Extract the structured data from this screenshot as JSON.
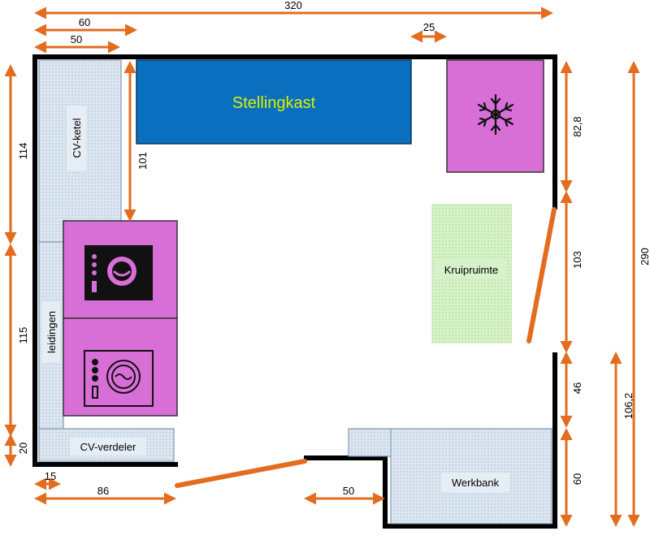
{
  "dimensions": {
    "top_total": "320",
    "top_60": "60",
    "top_50": "50",
    "top_25": "25",
    "left_114": "114",
    "left_115": "115",
    "left_20": "20",
    "inner_101": "101",
    "right_82_8": "82,8",
    "right_103": "103",
    "right_46": "46",
    "right_60": "60",
    "far_right_290": "290",
    "far_right_106_2": "106,2",
    "bottom_15": "15",
    "bottom_86": "86",
    "bottom_50": "50"
  },
  "labels": {
    "stellingkast": "Stellingkast",
    "cv_ketel": "CV-ketel",
    "leidingen": "leidingen",
    "cv_verdeler": "CV-verdeler",
    "kruipruimte": "Kruipruimte",
    "werkbank": "Werkbank"
  },
  "icons": {
    "freezer": "snowflake-icon",
    "dryer": "dryer-icon",
    "washer": "washing-machine-icon"
  },
  "colors": {
    "dimension_arrow": "#e36c1f",
    "wall": "#000000",
    "cabinet": "#0a6fbf",
    "appliance": "#d86fd6",
    "utility": "#dbe6f0",
    "crawlspace": "#d7f2c9",
    "door": "#e36c1f"
  }
}
